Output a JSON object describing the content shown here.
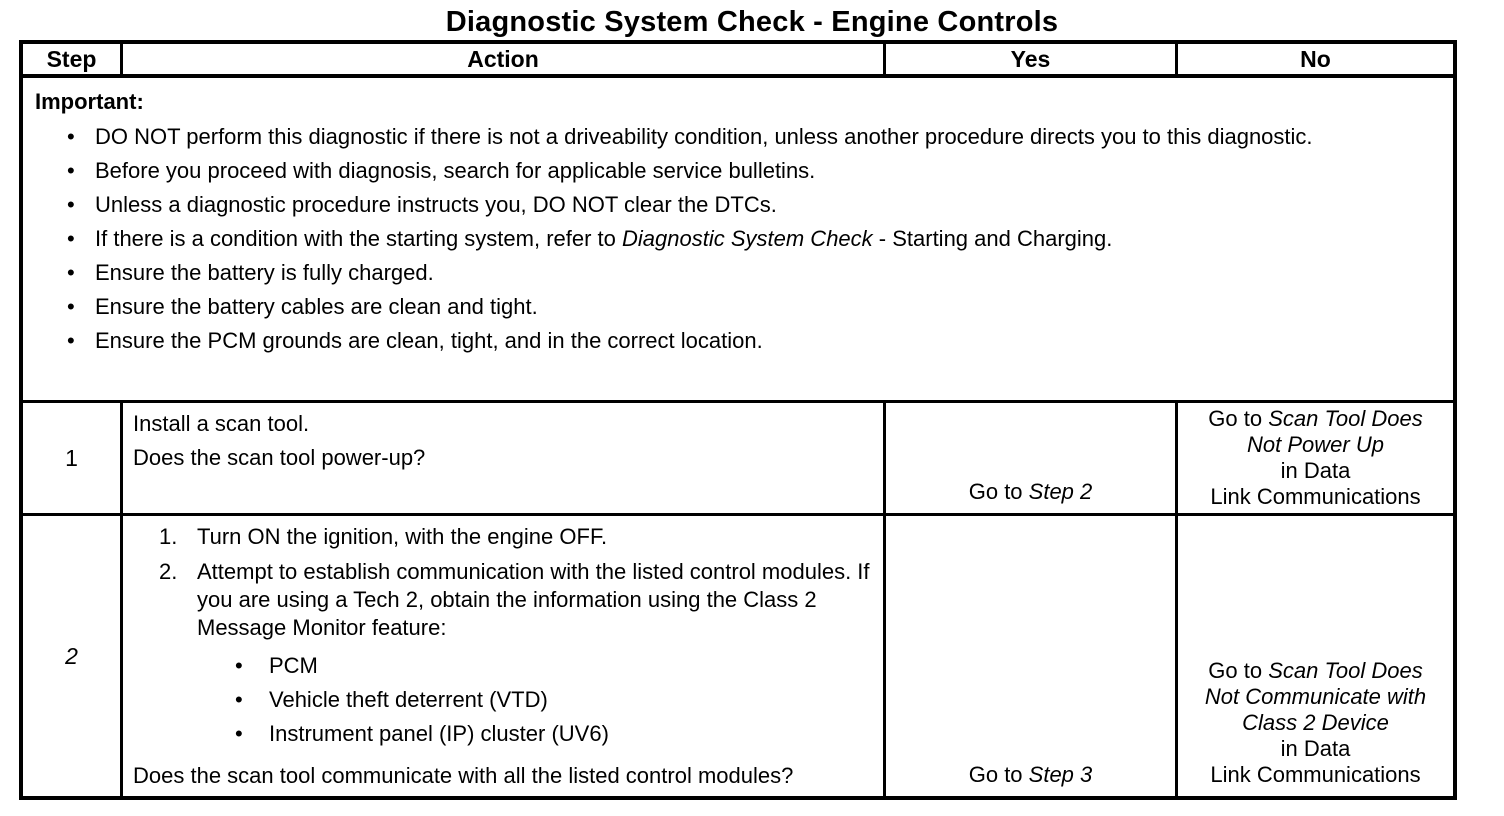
{
  "page_title": "Diagnostic System Check - Engine Controls",
  "glyphs": {
    "bullet": "•"
  },
  "colors": {
    "ink": "#000000",
    "paper": "#ffffff"
  },
  "table": {
    "headers": {
      "step": "Step",
      "action": "Action",
      "yes": "Yes",
      "no": "No"
    },
    "important": {
      "label": "Important:",
      "bullets": [
        {
          "text": "DO NOT perform this diagnostic if there is not a driveability condition, unless another procedure directs you to this diagnostic."
        },
        {
          "text": "Before you proceed with diagnosis, search for applicable service bulletins."
        },
        {
          "text": "Unless a diagnostic procedure instructs you, DO NOT clear the DTCs."
        },
        {
          "pre": "If there is a condition with the starting system, refer to ",
          "italic": "Diagnostic System Check",
          "post": " - Starting and Charging."
        },
        {
          "text": "Ensure the battery is fully charged."
        },
        {
          "text": "Ensure the battery cables are clean and tight."
        },
        {
          "text": "Ensure the PCM grounds are clean, tight, and in the correct location."
        }
      ]
    },
    "rows": [
      {
        "step": "1",
        "action_lines": [
          "Install a scan tool.",
          "Does the scan tool power-up?"
        ],
        "yes": {
          "pre": "Go to ",
          "italic": "Step 2"
        },
        "no": {
          "pre": "Go to ",
          "italic": "Scan Tool Does\nNot Power Up",
          "post": "\nin Data\nLink Communications"
        }
      },
      {
        "step": "2",
        "numbered": [
          {
            "num": "1.",
            "text": "Turn ON the ignition, with the engine OFF."
          },
          {
            "num": "2.",
            "text": "Attempt to establish communication with the listed control modules. If you are using a Tech 2, obtain the information using the Class 2 Message Monitor feature:"
          }
        ],
        "sub_bullets": [
          {
            "text": "PCM"
          },
          {
            "text": "Vehicle theft deterrent (VTD)"
          },
          {
            "text": "Instrument panel (IP) cluster (UV6)"
          }
        ],
        "question": "Does the scan tool communicate with all the listed control modules?",
        "yes": {
          "pre": "Go to ",
          "italic": "Step 3"
        },
        "no": {
          "pre": "Go to ",
          "italic": "Scan Tool Does\nNot Communicate with\nClass 2 Device",
          "post": "\nin Data\nLink Communications"
        }
      }
    ]
  }
}
